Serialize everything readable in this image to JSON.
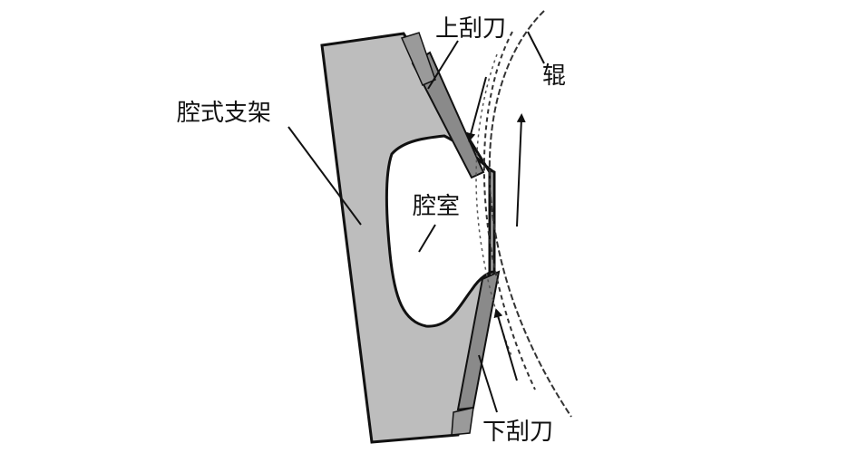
{
  "labels": {
    "upper_scraper": "上刮刀",
    "roller": "辊",
    "cavity_bracket": "腔式支架",
    "cavity_chamber": "腔室",
    "lower_scraper": "下刮刀"
  },
  "colors": {
    "bracket_fill": "#bdbdbd",
    "blade_fill": "#8a8a8a",
    "outline": "#111111",
    "background": "#ffffff"
  }
}
